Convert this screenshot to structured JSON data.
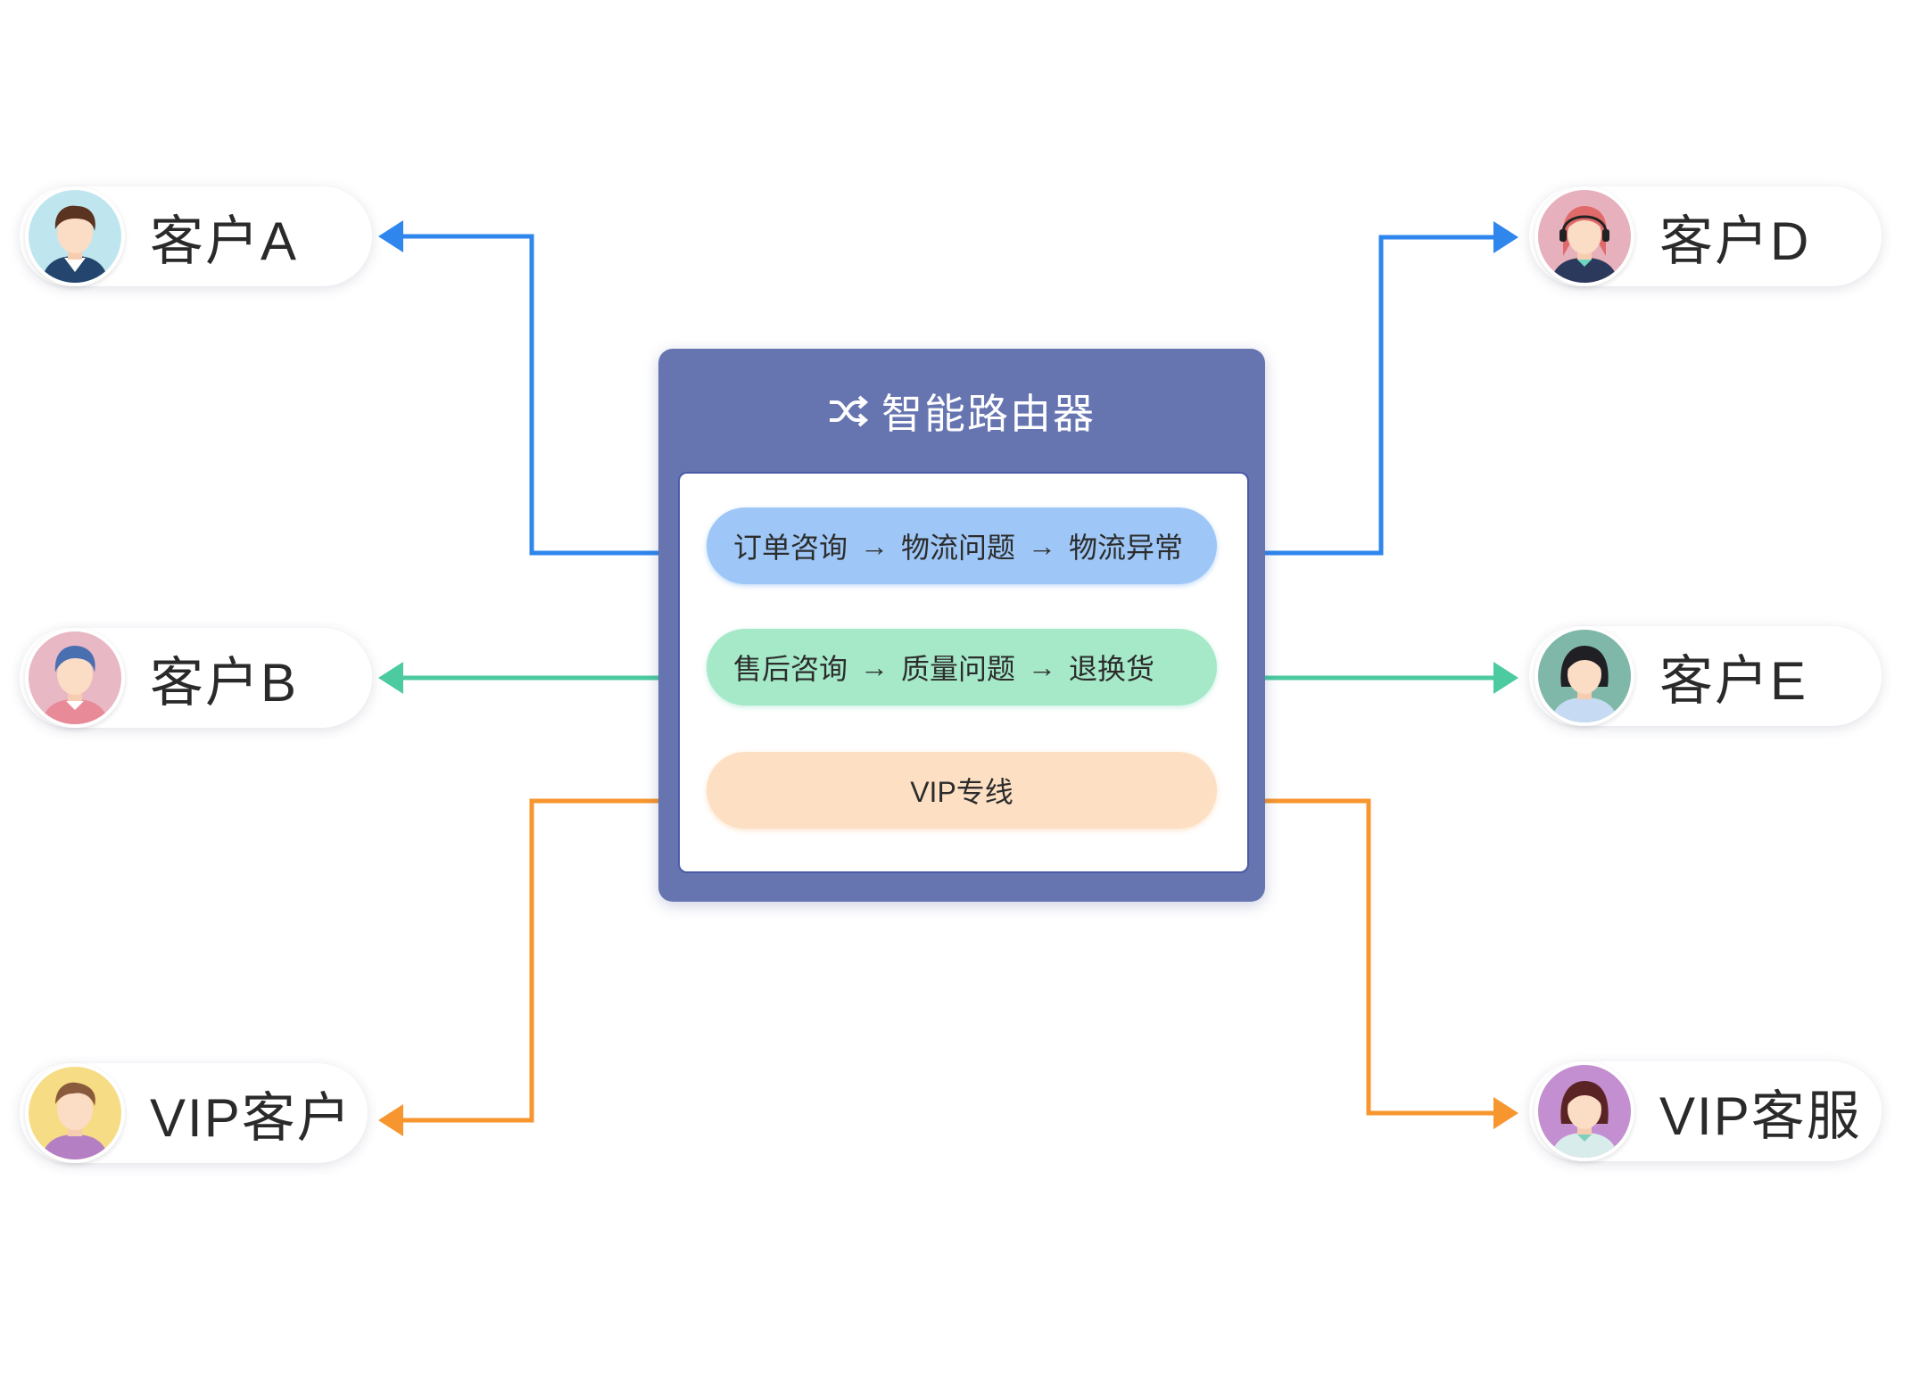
{
  "router": {
    "title": "智能路由器",
    "icon": "shuffle-icon",
    "routes": [
      {
        "steps": [
          "订单咨询",
          "物流问题",
          "物流异常"
        ],
        "color": "#9ec7f7",
        "line_color": "#2f86ec"
      },
      {
        "steps": [
          "售后咨询",
          "质量问题",
          "退换货"
        ],
        "color": "#a5e9c9",
        "line_color": "#4ccaa0"
      },
      {
        "label": "VIP专线",
        "color": "#fde0c4",
        "line_color": "#f7952f"
      }
    ],
    "arrow_glyph": "→"
  },
  "customers": [
    {
      "label": "客户A",
      "avatar": "man-avatar-icon"
    },
    {
      "label": "客户B",
      "avatar": "woman-pink-avatar-icon"
    },
    {
      "label": "VIP客户",
      "avatar": "man-yellow-avatar-icon"
    }
  ],
  "agents": [
    {
      "label": "客户D",
      "avatar": "headset-agent-avatar-icon"
    },
    {
      "label": "客户E",
      "avatar": "woman-green-avatar-icon"
    },
    {
      "label": "VIP客服",
      "avatar": "woman-purple-avatar-icon"
    }
  ]
}
